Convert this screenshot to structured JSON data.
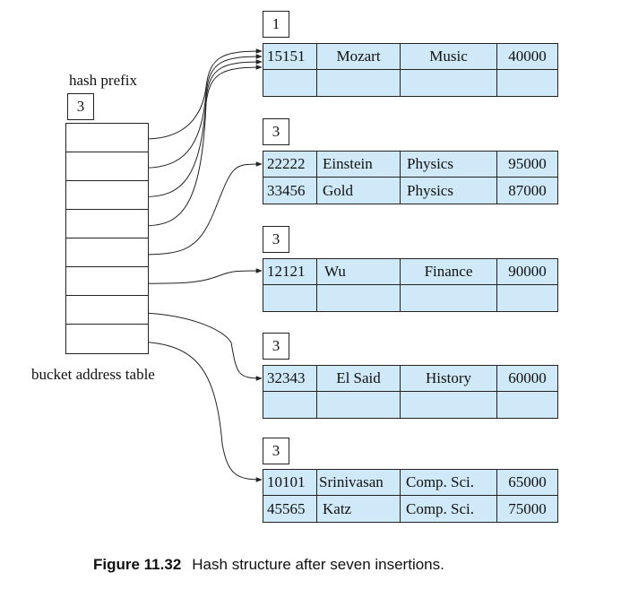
{
  "directory": {
    "prefix_label": "hash prefix",
    "global_depth": "3",
    "table_label": "bucket address table",
    "slot_count": 8
  },
  "buckets": [
    {
      "local_depth": "1",
      "rows": [
        [
          "15151",
          "Mozart",
          "Music",
          "40000"
        ],
        [
          "",
          "",
          "",
          ""
        ]
      ]
    },
    {
      "local_depth": "3",
      "rows": [
        [
          "22222",
          "Einstein",
          "Physics",
          "95000"
        ],
        [
          "33456",
          "Gold",
          "Physics",
          "87000"
        ]
      ]
    },
    {
      "local_depth": "3",
      "rows": [
        [
          "12121",
          "Wu",
          "Finance",
          "90000"
        ],
        [
          "",
          "",
          "",
          ""
        ]
      ]
    },
    {
      "local_depth": "3",
      "rows": [
        [
          "32343",
          "El Said",
          "History",
          "60000"
        ],
        [
          "",
          "",
          "",
          ""
        ]
      ]
    },
    {
      "local_depth": "3",
      "rows": [
        [
          "10101",
          "Srinivasan",
          "Comp. Sci.",
          "65000"
        ],
        [
          "45565",
          "Katz",
          "Comp. Sci.",
          "75000"
        ]
      ]
    }
  ],
  "pointers": [
    0,
    0,
    0,
    0,
    1,
    2,
    3,
    4
  ],
  "caption": {
    "number": "Figure 11.32",
    "text": "Hash structure after seven insertions."
  },
  "colors": {
    "bucket_fill": "#cfe9f8",
    "line": "#222222"
  }
}
